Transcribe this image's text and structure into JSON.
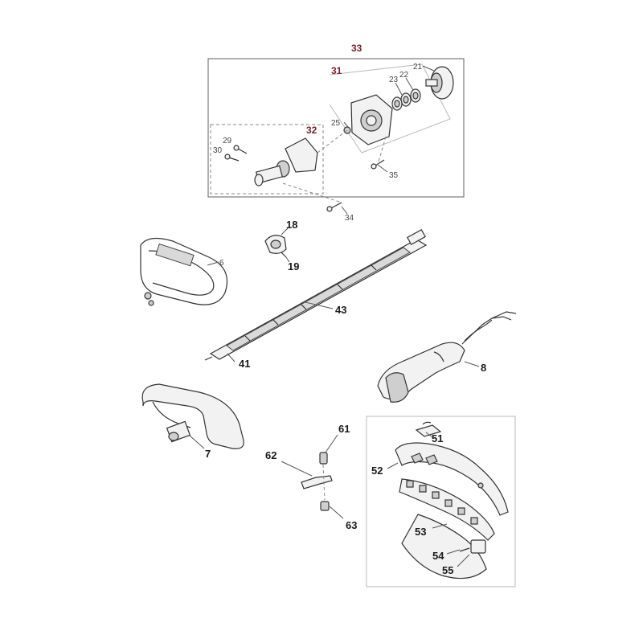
{
  "labels": {
    "l33": "33",
    "l31": "31",
    "l32": "32",
    "l21": "21",
    "l22": "22",
    "l23": "23",
    "l25": "25",
    "l29": "29",
    "l30": "30",
    "l35": "35",
    "l34": "34",
    "l18": "18",
    "l19": "19",
    "l6": "6",
    "l43": "43",
    "l41": "41",
    "l8": "8",
    "l7": "7",
    "l61": "61",
    "l62": "62",
    "l63": "63",
    "l51": "51",
    "l52": "52",
    "l53": "53",
    "l54": "54",
    "l55": "55"
  },
  "colors": {
    "assembly_label": "#7a1f2b",
    "part_label": "#1a1a1a",
    "minor_label": "#444444"
  }
}
